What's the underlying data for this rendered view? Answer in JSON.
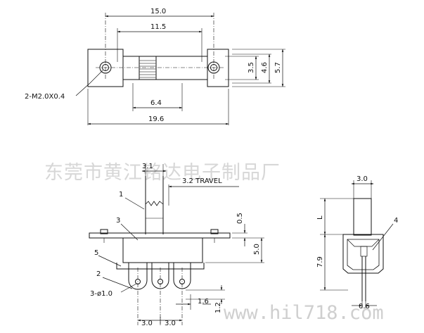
{
  "watermark": {
    "company": "东莞市黄江铭达电子制品厂",
    "site": "www.hil718.com"
  },
  "top_view": {
    "dim_overall_mount": "15.0",
    "dim_hole_pitch": "11.5",
    "dim_slot_width": "6.4",
    "dim_total_length": "19.6",
    "dim_slot_height": "3.5",
    "dim_body_height": "4.6",
    "dim_flange_height": "5.7",
    "hole_callout": "2-M2.0X0.4"
  },
  "front_view": {
    "dim_actuator_width": "3.1",
    "travel_label": "3.2 TRAVEL",
    "dim_flange_thickness": "0.5",
    "dim_body_height": "5.0",
    "dim_pin_pitch_left": "3.0",
    "dim_pin_pitch_right": "3.0",
    "dim_pin_width": "1.6",
    "dim_pin_length": "1.2",
    "pin_hole_callout": "3-ø1.0",
    "callouts": [
      "1",
      "2",
      "3",
      "5"
    ]
  },
  "side_view": {
    "dim_actuator_width": "3.0",
    "dim_L": "L",
    "dim_height": "7.9",
    "dim_pin_thickness": "0.6",
    "callout": "4"
  }
}
